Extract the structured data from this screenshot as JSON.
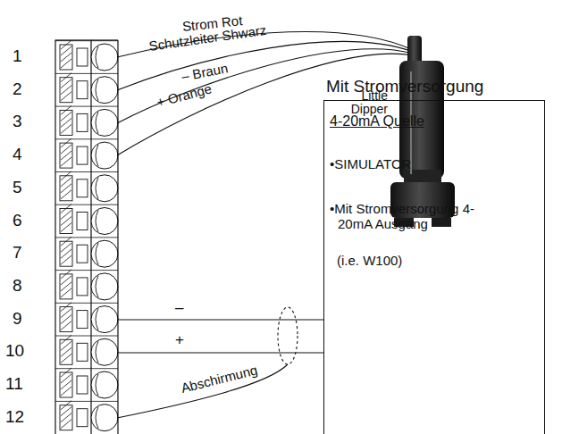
{
  "diagram": {
    "nodes": [
      {
        "text": [
          "Mit Stromversorgung",
          "4-20mA Quelle",
          "•SIMULATOR",
          "•Mit Stromversorgung 4-20mA Ausgang",
          "(i.e. W100)"
        ]
      }
    ],
    "labels": [
      "1",
      "2",
      "3",
      "4",
      "5",
      "6",
      "7",
      "8",
      "9",
      "10",
      "11",
      "12",
      "Strom Rot",
      "Schutzleiter Shwarz",
      "– Braun",
      "+ Orange",
      "Little Dipper",
      "–",
      "+",
      "Abschirmung"
    ]
  }
}
